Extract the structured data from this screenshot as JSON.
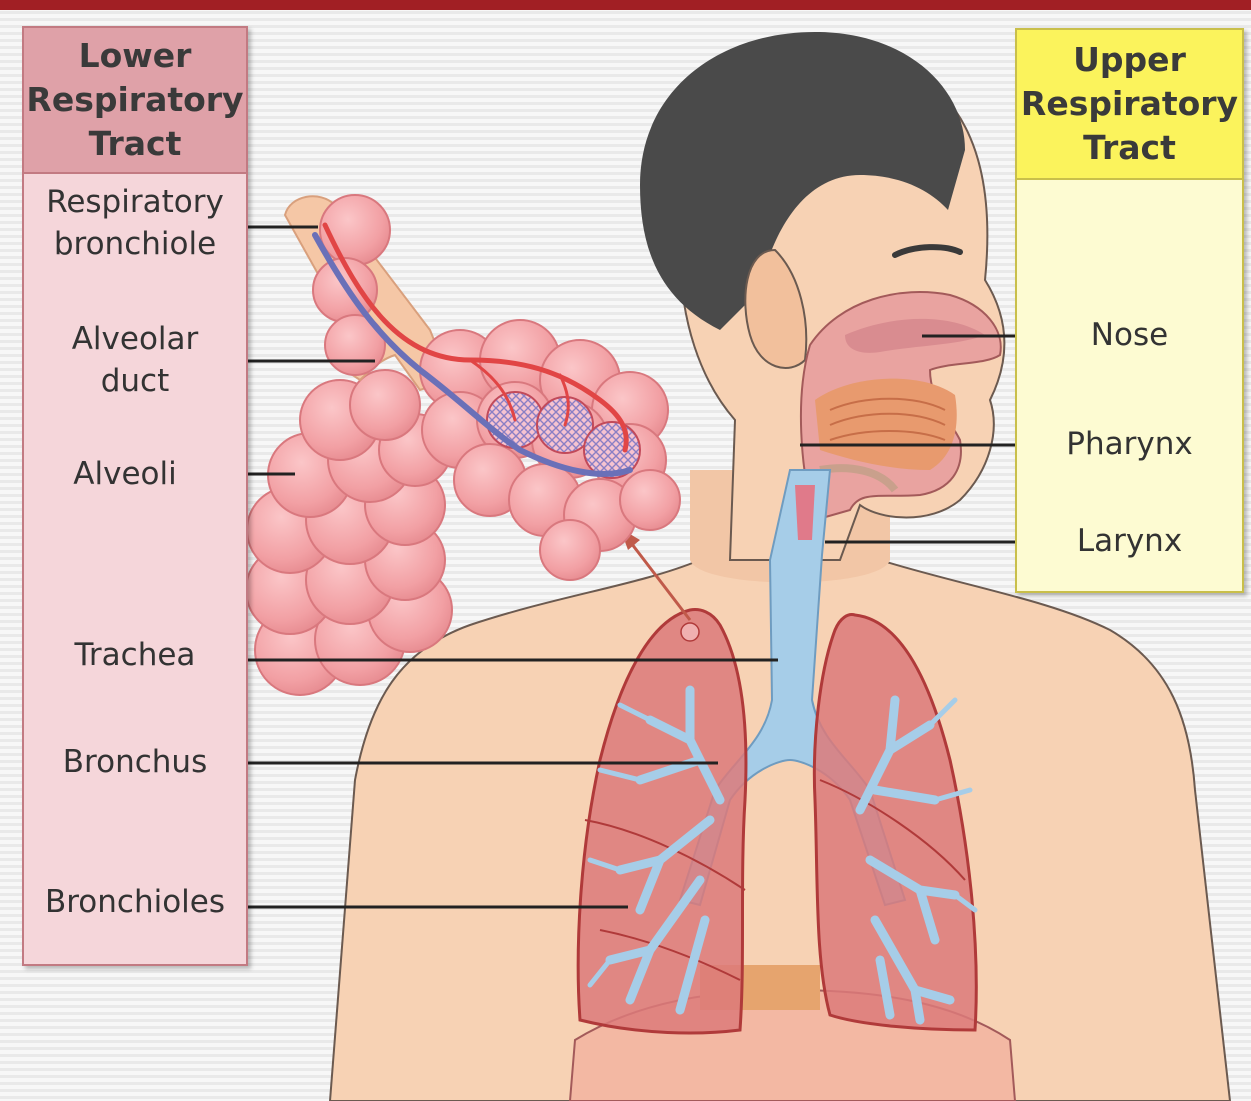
{
  "lower_panel": {
    "title_lines": [
      "Lower",
      "Respiratory",
      "Tract"
    ],
    "labels": {
      "respiratory_bronchiole": [
        "Respiratory",
        "bronchiole"
      ],
      "alveolar_duct": [
        "Alveolar",
        "duct"
      ],
      "alveoli": "Alveoli",
      "trachea": "Trachea",
      "bronchus": "Bronchus",
      "bronchioles": "Bronchioles"
    }
  },
  "upper_panel": {
    "title_lines": [
      "Upper",
      "Respiratory",
      "Tract"
    ],
    "labels": {
      "nose": "Nose",
      "pharynx": "Pharynx",
      "larynx": "Larynx"
    }
  },
  "colors": {
    "top_bar": "#a11f24",
    "lower_header": "#dfa1a8",
    "lower_body": "#f5d6da",
    "upper_header": "#fbf35c",
    "upper_body": "#fdfbd2",
    "skin": "#f7d2b4",
    "hair": "#4a4a4a",
    "lung": "#dc7a7a",
    "airway": "#a6cde8",
    "alveoli": "#f3a2a6"
  }
}
